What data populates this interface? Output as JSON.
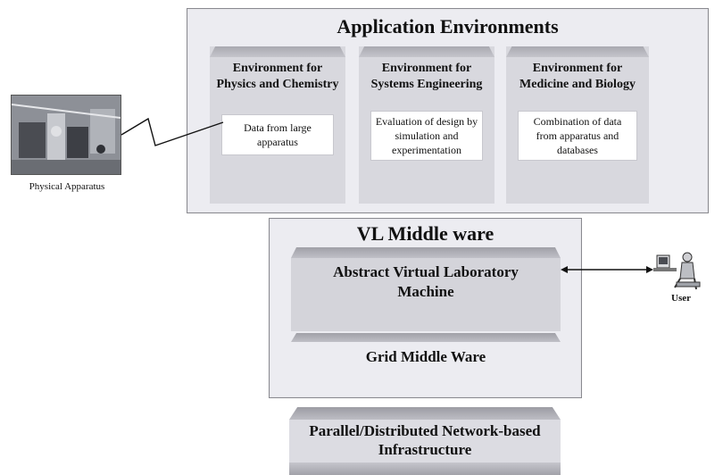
{
  "application_environments": {
    "title": "Application Environments",
    "columns": [
      {
        "heading_line1": "Environment for",
        "heading_line2": "Physics and Chemistry",
        "box_line1": "Data from large",
        "box_line2": "apparatus",
        "box_line3": ""
      },
      {
        "heading_line1": "Environment for",
        "heading_line2": "Systems Engineering",
        "box_line1": "Evaluation of design by",
        "box_line2": "simulation and",
        "box_line3": "experimentation"
      },
      {
        "heading_line1": "Environment for",
        "heading_line2": "Medicine and Biology",
        "box_line1": "Combination of data",
        "box_line2": "from apparatus and",
        "box_line3": "databases"
      }
    ]
  },
  "physical_apparatus": {
    "label": "Physical Apparatus"
  },
  "vl_middleware": {
    "title": "VL Middle ware",
    "avlm_line1": "Abstract Virtual Laboratory",
    "avlm_line2": "Machine",
    "grid_label": "Grid Middle Ware"
  },
  "user": {
    "label": "User"
  },
  "infrastructure": {
    "line1": "Parallel/Distributed Network-based",
    "line2": "Infrastructure"
  }
}
